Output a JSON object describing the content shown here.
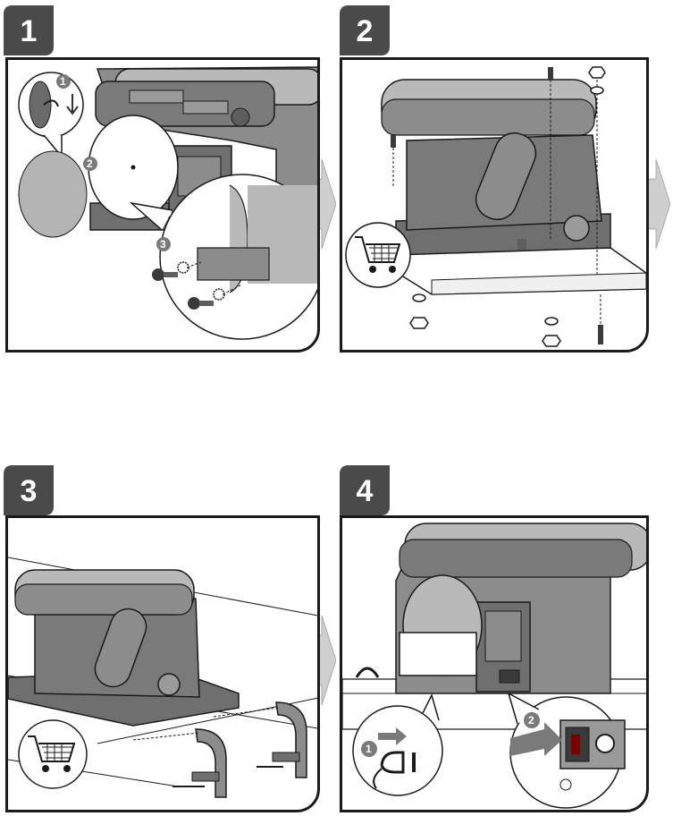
{
  "steps": [
    {
      "number": "1",
      "callouts": [
        "1",
        "2",
        "3"
      ]
    },
    {
      "number": "2",
      "callouts": []
    },
    {
      "number": "3",
      "callouts": []
    },
    {
      "number": "4",
      "callouts": [
        "1",
        "2"
      ]
    }
  ],
  "colors": {
    "badge": "#4a4a4a",
    "machine": "#8c8c8c",
    "machine_dark": "#5e5e5e",
    "belt": "#b9b9b9",
    "arrow": "#cfcfcf",
    "outline": "#1a1a1a"
  },
  "icons": [
    "shopping-cart-icon",
    "plug-icon",
    "switch-icon",
    "screw-icon",
    "washer-icon",
    "nut-icon",
    "bolt-icon",
    "clamp-icon",
    "next-arrow-icon"
  ]
}
